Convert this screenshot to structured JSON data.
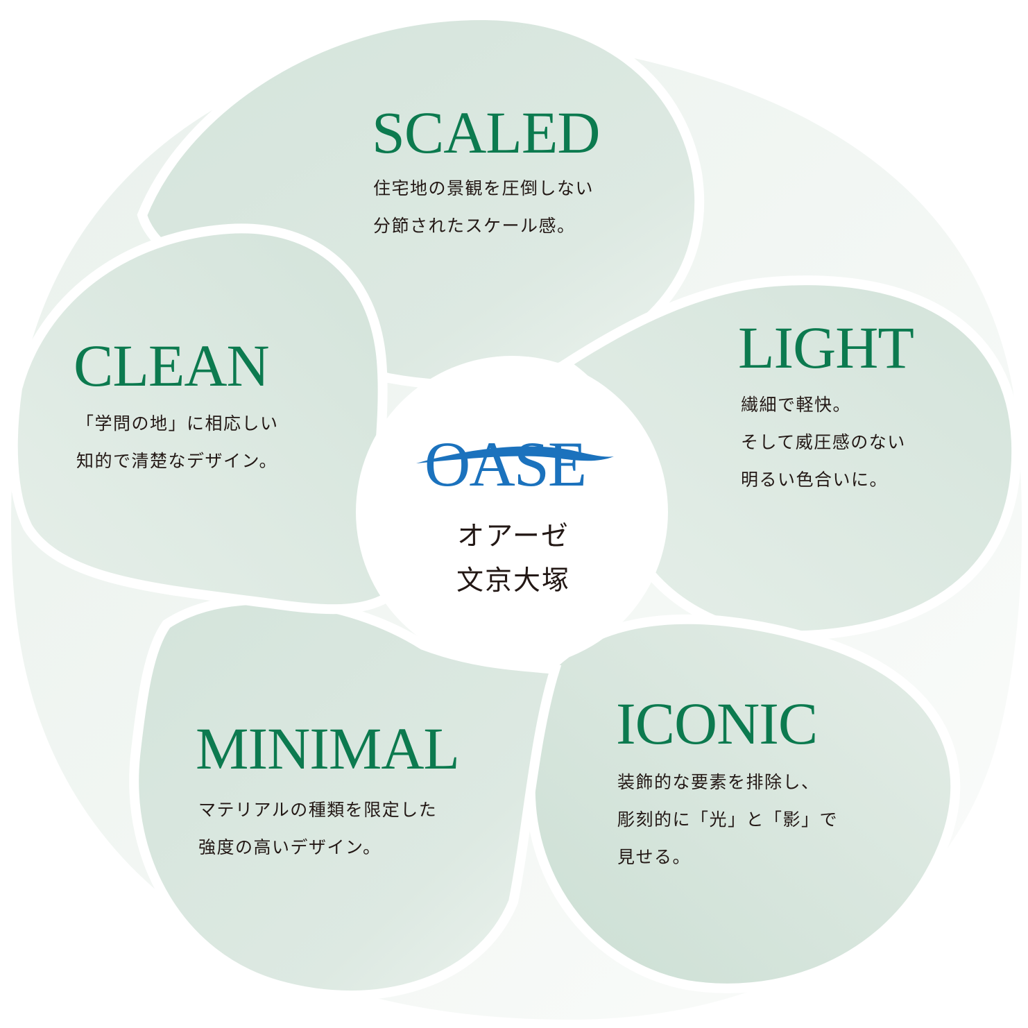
{
  "colors": {
    "accent": "#0c7a4f",
    "logo_blue": "#1b72bd",
    "petal_fill": "#d5e5dc",
    "text_dark": "#231815"
  },
  "petals": [
    {
      "id": "scaled",
      "title": "SCALED",
      "lines": [
        "住宅地の景観を圧倒しない",
        "分節されたスケール感。"
      ]
    },
    {
      "id": "light",
      "title": "LIGHT",
      "lines": [
        "繊細で軽快。",
        "そして威圧感のない",
        "明るい色合いに。"
      ]
    },
    {
      "id": "iconic",
      "title": "ICONIC",
      "lines": [
        "装飾的な要素を排除し、",
        "彫刻的に「光」と「影」で",
        "見せる。"
      ]
    },
    {
      "id": "minimal",
      "title": "MINIMAL",
      "lines": [
        "マテリアルの種類を限定した",
        "強度の高いデザイン。"
      ]
    },
    {
      "id": "clean",
      "title": "CLEAN",
      "lines": [
        "「学問の地」に相応しい",
        "知的で清楚なデザイン。"
      ]
    }
  ],
  "center": {
    "logo": "OASE",
    "name_line1": "オアーゼ",
    "name_line2": "文京大塚"
  }
}
